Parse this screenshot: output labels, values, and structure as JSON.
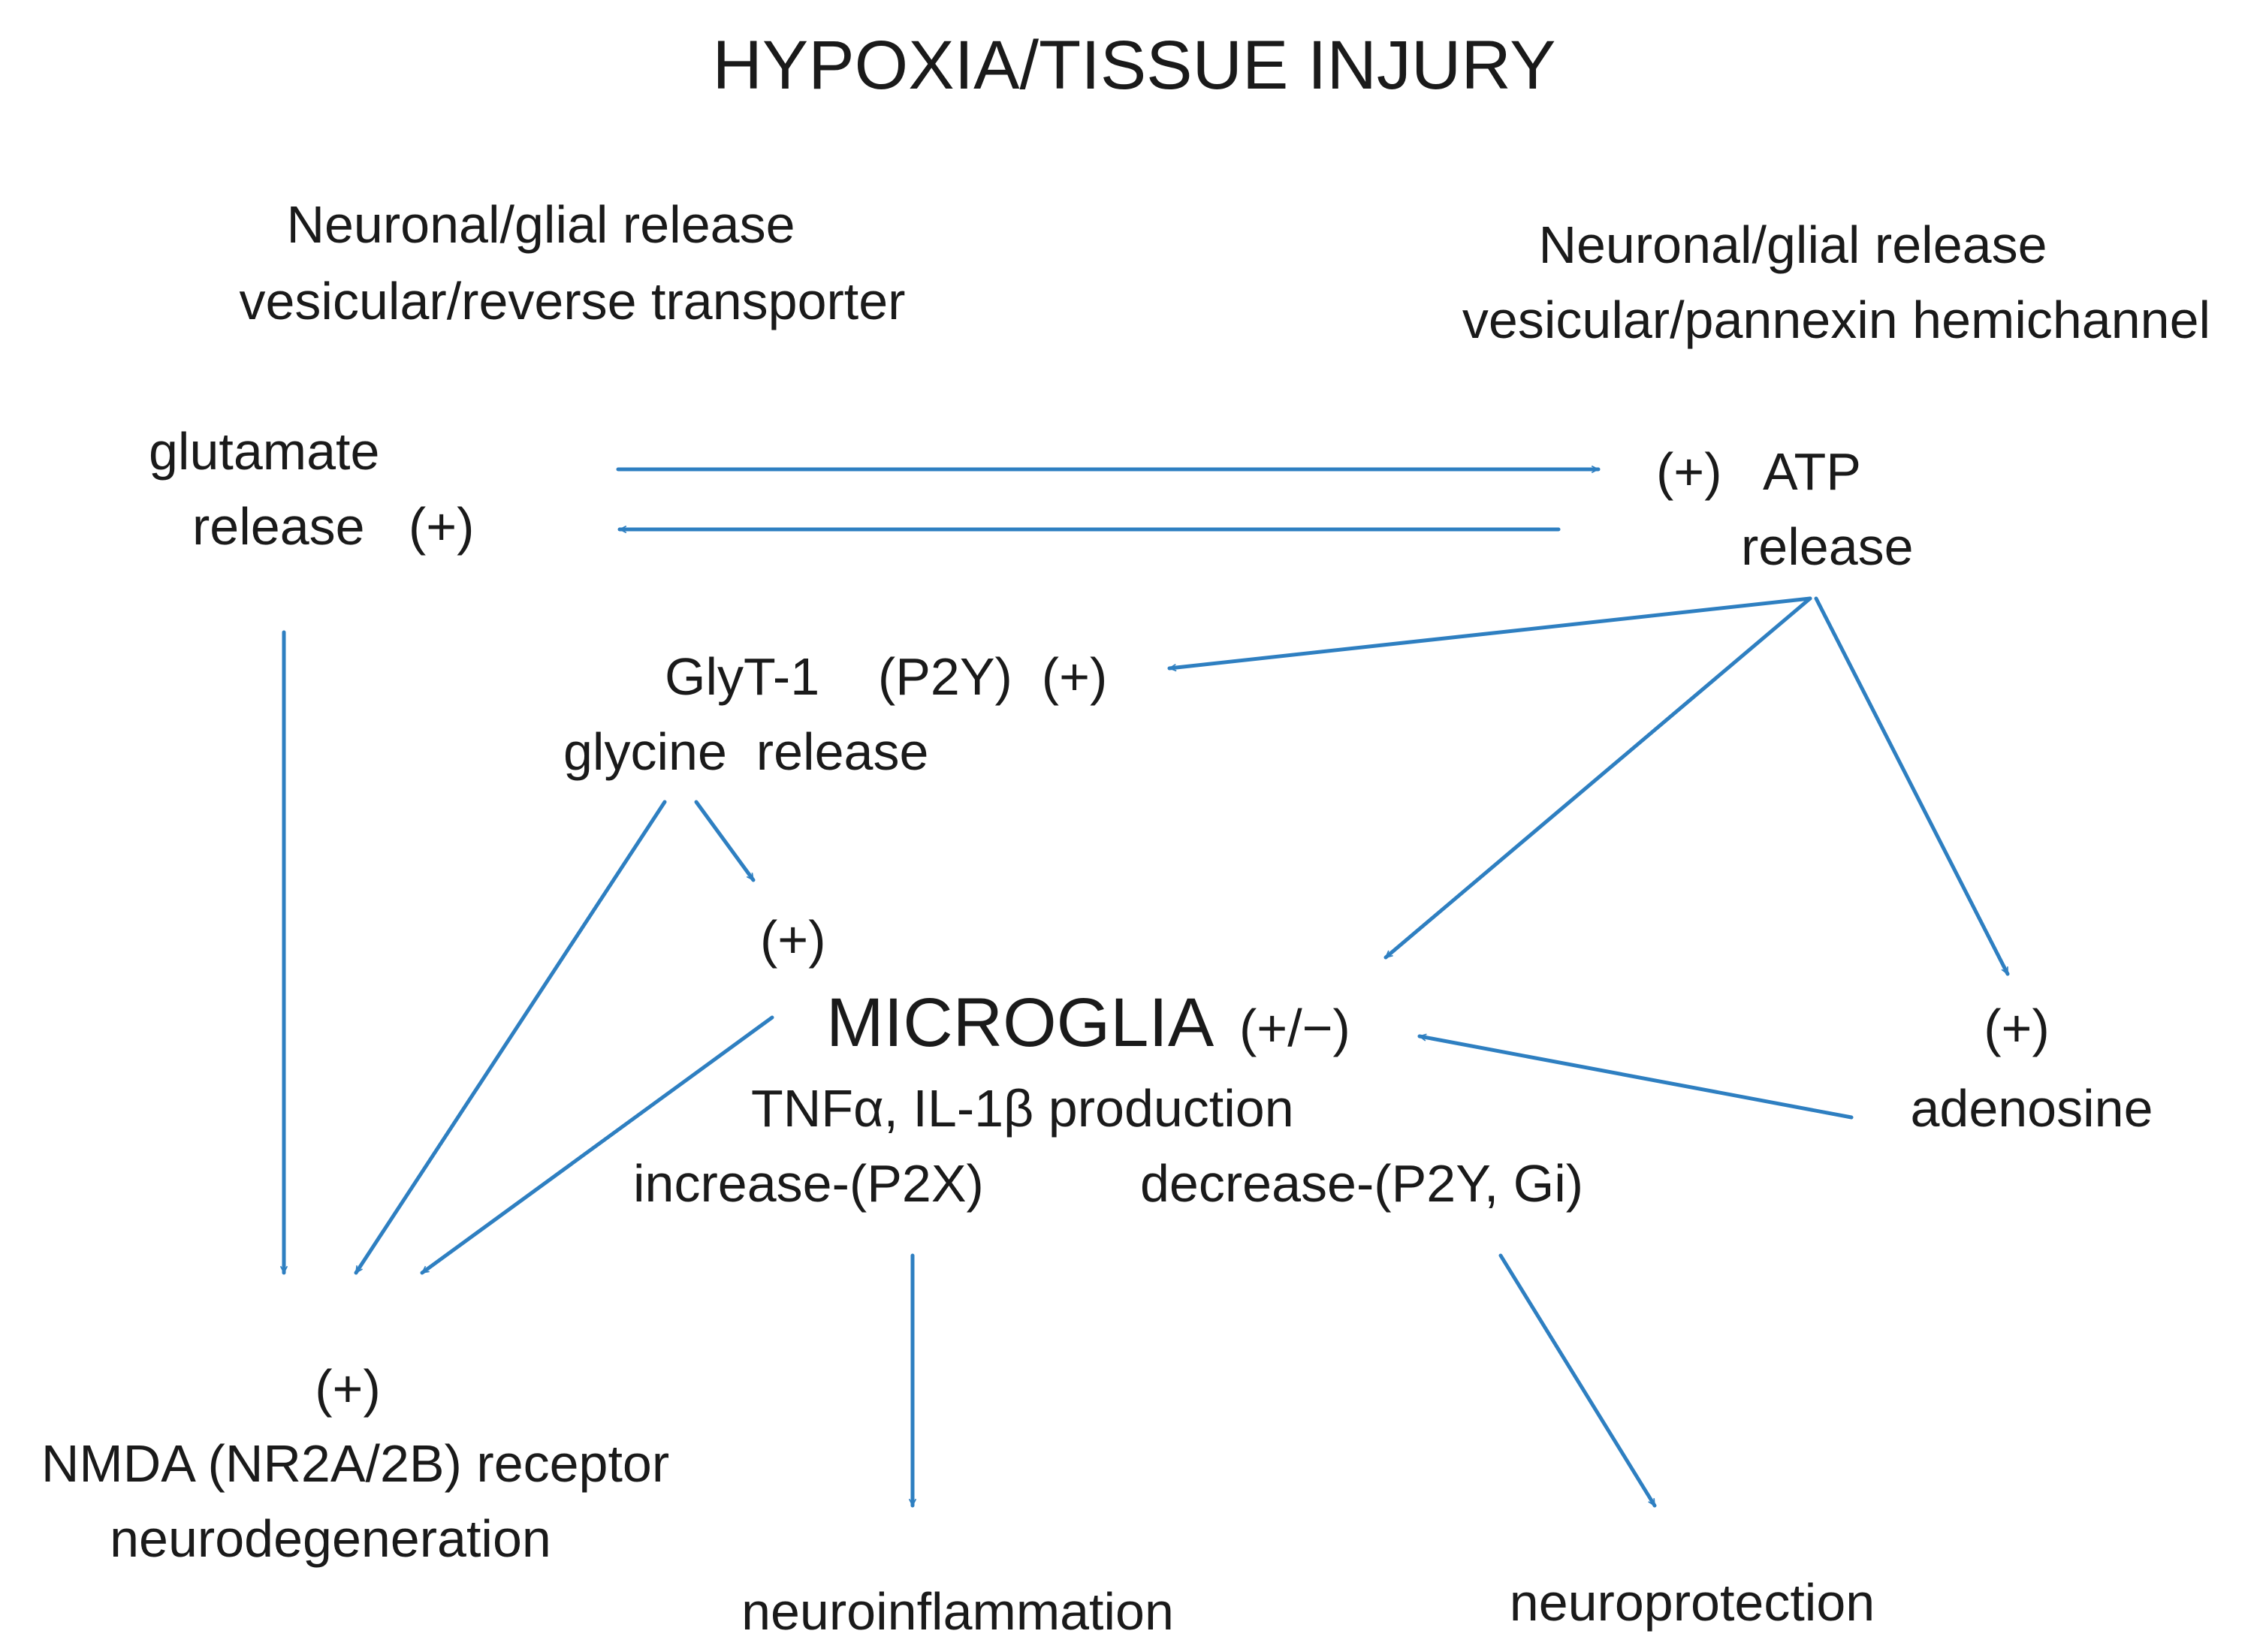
{
  "title": "HYPOXIA/TISSUE INJURY",
  "nodes": {
    "neuronal_left": {
      "line1": "Neuronal/glial release",
      "line2": "vesicular/reverse transporter"
    },
    "neuronal_right": {
      "line1": "Neuronal/glial release",
      "line2": "vesicular/pannexin hemichannel"
    },
    "glutamate": {
      "line1": "glutamate",
      "line2": "release   (+)"
    },
    "atp": {
      "line1": "(+)   ATP",
      "line2": "release"
    },
    "glycine": {
      "line1": "GlyT-1    (P2Y)  (+)",
      "line2": "glycine  release"
    },
    "microglia_plus": {
      "label": "(+)"
    },
    "microglia": {
      "label": "MICROGLIA",
      "suffix": "(+/−)",
      "production": "TNFα, IL-1β production",
      "increase": "increase-(P2X)",
      "decrease": "decrease-(P2Y, Gi)"
    },
    "adenosine": {
      "line1": "(+)",
      "line2": "adenosine"
    },
    "nmda": {
      "line1": "(+)",
      "line2": "NMDA (NR2A/2B) receptor",
      "line3": "neurodegeneration"
    },
    "neuroinflammation": {
      "label": "neuroinflammation"
    },
    "neuroprotection": {
      "label": "neuroprotection"
    }
  },
  "colors": {
    "arrow": "#2E7FC1",
    "text": "#1a1a1a",
    "background": "#ffffff"
  }
}
